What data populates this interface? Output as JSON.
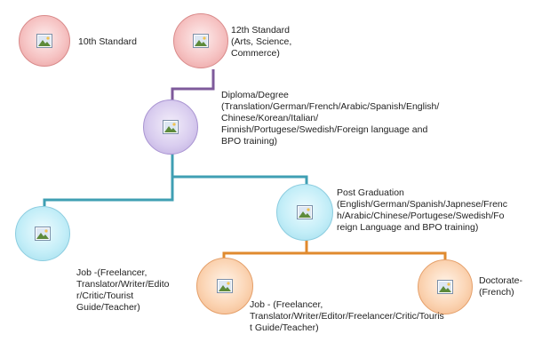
{
  "nodes": [
    {
      "id": "tenth",
      "label": "10th Standard"
    },
    {
      "id": "twelfth",
      "label": "12th Standard\n(Arts, Science,\nCommerce)"
    },
    {
      "id": "diploma",
      "label": "Diploma/Degree\n(Translation/German/French/Arabic/Spanish/English/\nChinese/Korean/Italian/\nFinnish/Portugese/Swedish/Foreign language and\nBPO training)"
    },
    {
      "id": "job1",
      "label": "Job -(Freelancer,\nTranslator/Writer/Edito\nr/Critic/Tourist\nGuide/Teacher)"
    },
    {
      "id": "postgrad",
      "label": "Post Graduation\n(English/German/Spanish/Japnese/Frenc\nh/Arabic/Chinese/Portugese/Swedish/Fo\nreign Language and BPO training)"
    },
    {
      "id": "job2",
      "label": "Job - (Freelancer,\nTranslator/Writer/Editor/Freelancer/Critic/Touris\nt Guide/Teacher)"
    },
    {
      "id": "doctorate",
      "label": "Doctorate-\n(French)"
    }
  ],
  "icon": "picture-placeholder-icon",
  "colors": {
    "connector_purple": "#7e5a9b",
    "connector_teal": "#3f9fb3",
    "connector_orange": "#e08a2e"
  }
}
